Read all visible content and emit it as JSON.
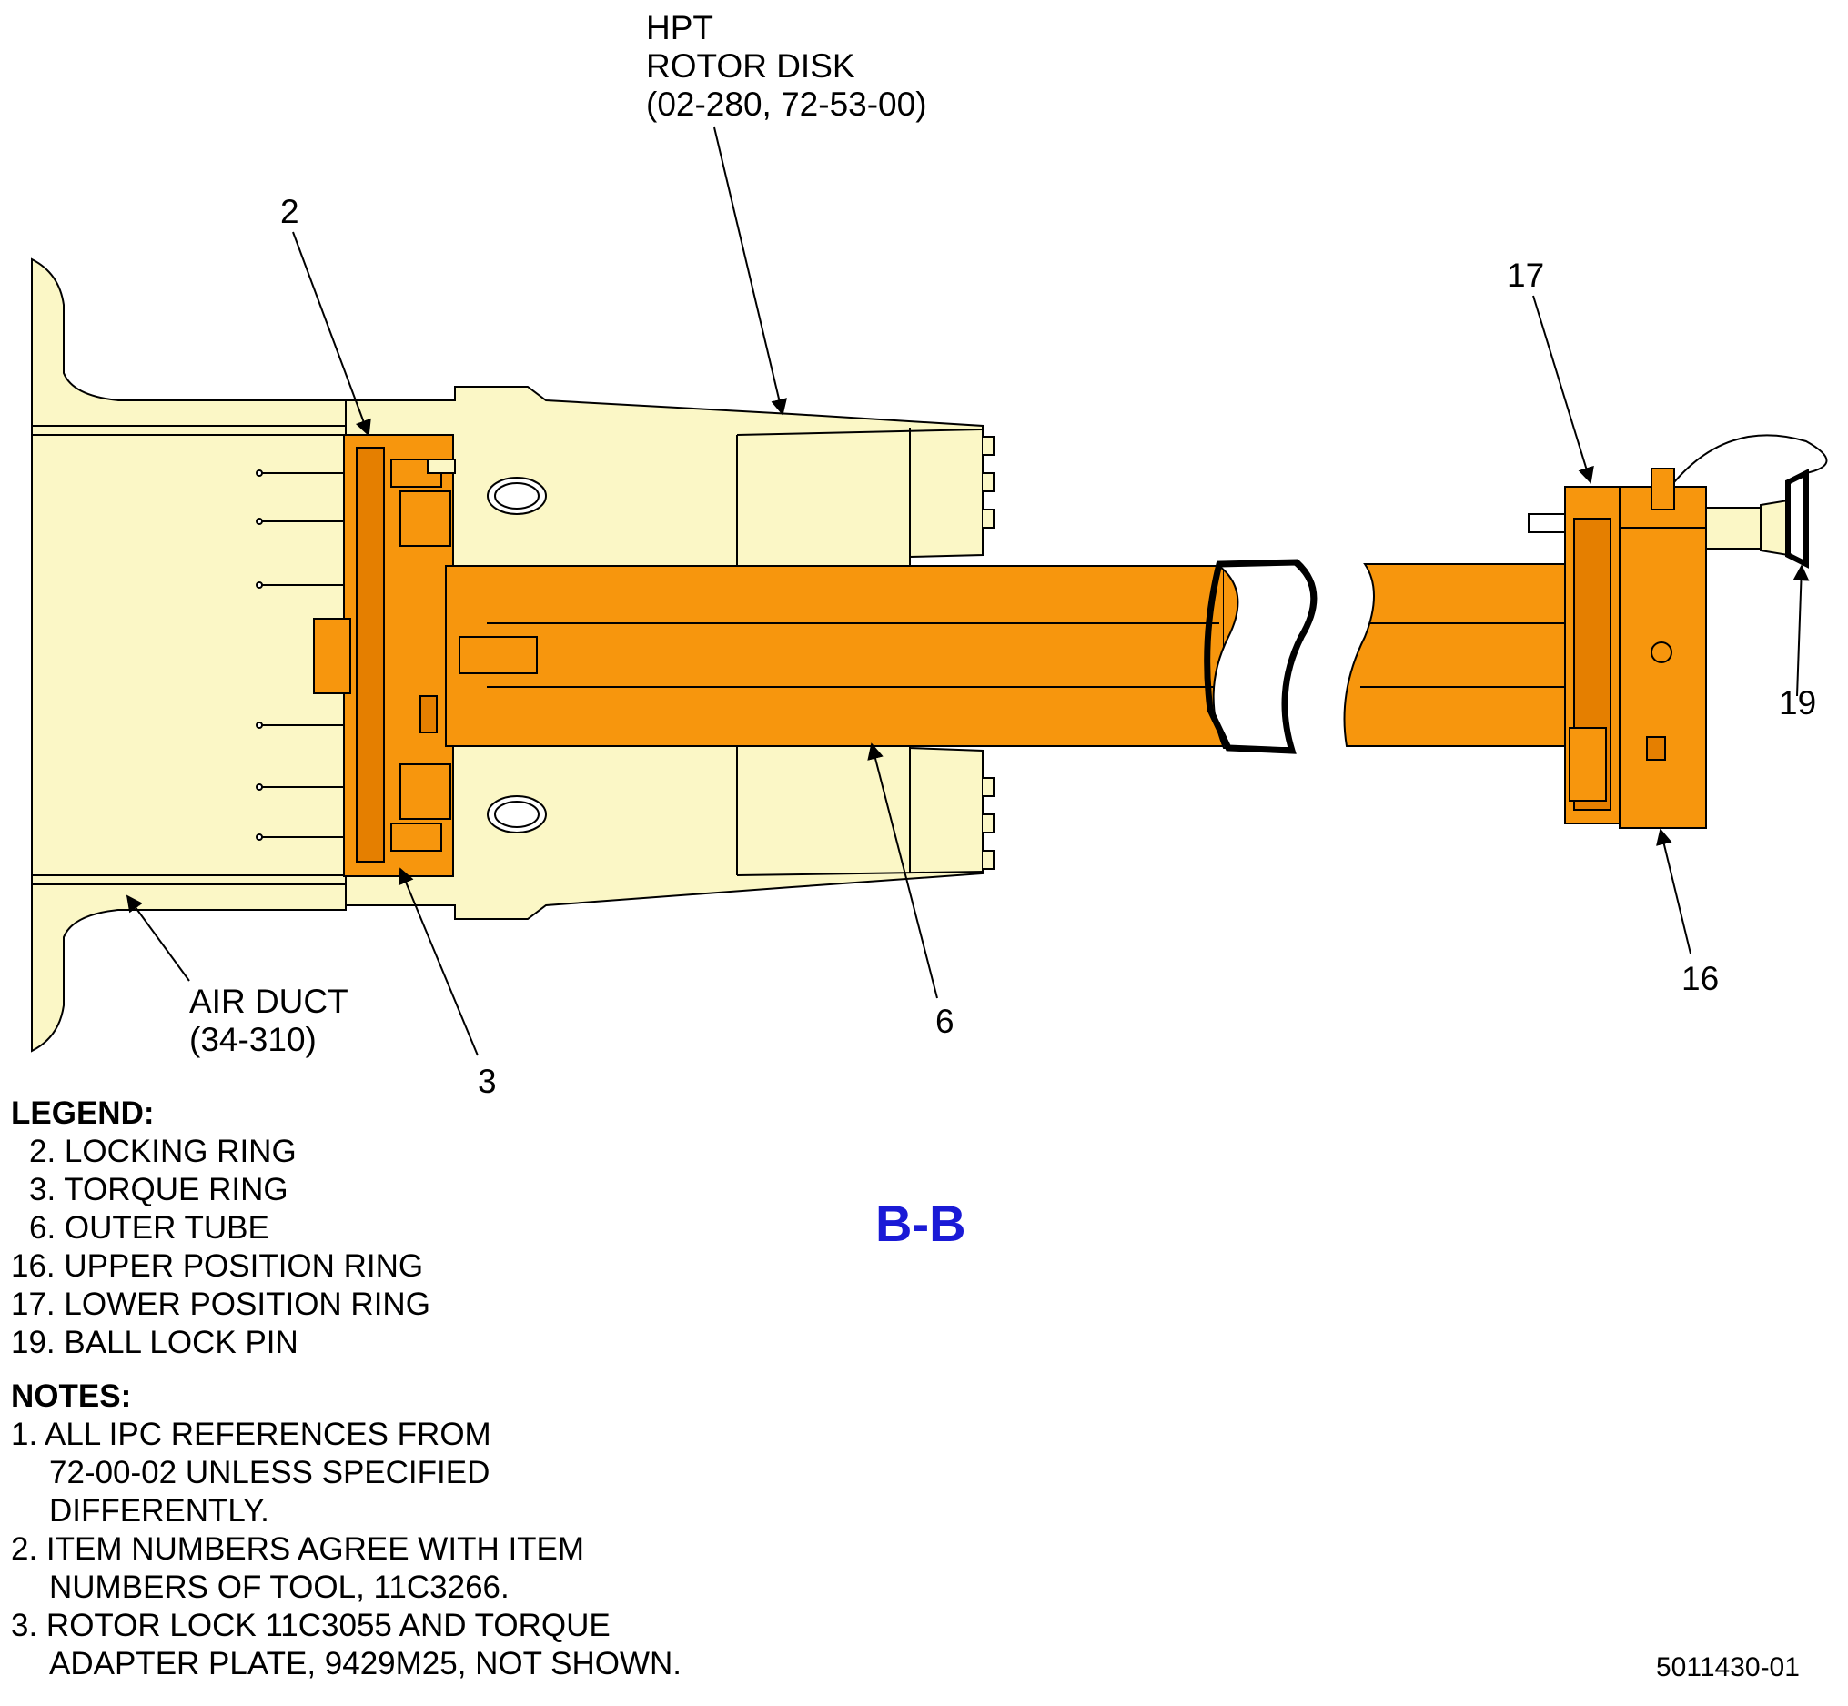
{
  "callouts": {
    "hpt_disk": [
      "HPT",
      "ROTOR DISK",
      "(02-280, 72-53-00)"
    ],
    "item_2": "2",
    "item_3": "3",
    "item_6": "6",
    "item_16": "16",
    "item_17": "17",
    "item_19": "19",
    "air_duct": [
      "AIR DUCT",
      "(34-310)"
    ]
  },
  "legend": {
    "title": "LEGEND:",
    "items": [
      "2. LOCKING RING",
      "3. TORQUE RING",
      "6. OUTER TUBE",
      "16. UPPER POSITION RING",
      "17. LOWER POSITION RING",
      "19. BALL LOCK PIN"
    ]
  },
  "notes": {
    "title": "NOTES:",
    "lines": [
      "1. ALL IPC REFERENCES FROM",
      "72-00-02 UNLESS SPECIFIED",
      "DIFFERENTLY.",
      "2. ITEM NUMBERS AGREE WITH ITEM",
      "NUMBERS OF TOOL, 11C3266.",
      "3. ROTOR LOCK 11C3055 AND TORQUE",
      "ADAPTER PLATE, 9429M25, NOT SHOWN."
    ]
  },
  "section_label": "B-B",
  "doc_number": "5011430-01",
  "colors": {
    "engine": "#fbf7c6",
    "tool": "#f7960d",
    "tool_dark": "#e57f00",
    "line": "#000000",
    "section": "#1a1ad6"
  }
}
